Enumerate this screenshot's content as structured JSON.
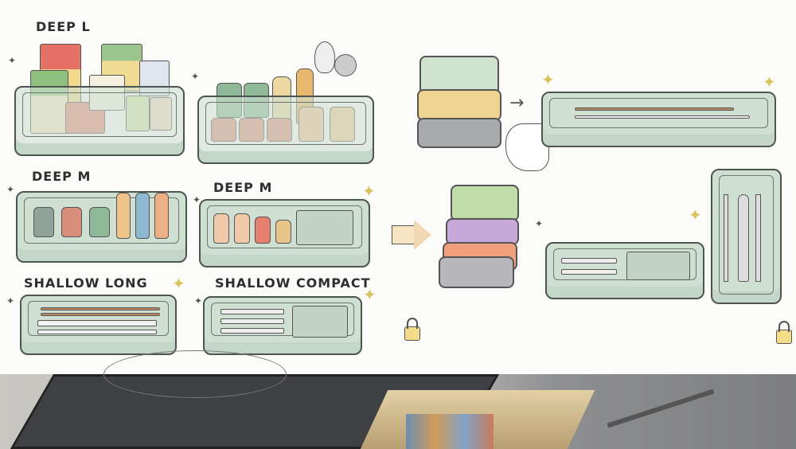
{
  "labels": {
    "deep_l": "DEEP L",
    "deep_m_left": "DEEP M",
    "deep_m_right": "DEEP M",
    "shallow_long": "SHALLOW LONG",
    "shallow_compact": "SHALLOW COMPACT"
  },
  "colors": {
    "tray_fill": "#cfe0d3",
    "outline": "#4d5550",
    "sparkle": "#d8c25a",
    "box_green": "#b9d8a6",
    "box_purple": "#c7a8d8",
    "box_orange": "#f0a07c",
    "box_gray": "#b8b8bc"
  }
}
